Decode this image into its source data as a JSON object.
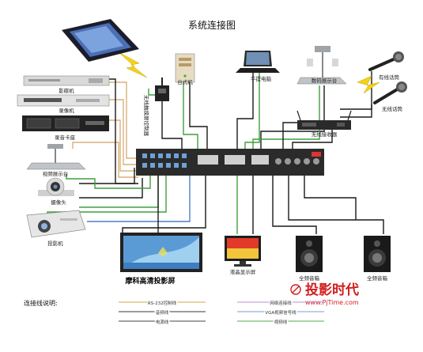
{
  "title": "系统连接图",
  "devices": {
    "touch_panel": "",
    "wireless_receiver_left": "无线触摸屏控制器",
    "pc": "台式机",
    "laptop": "手提电脑",
    "visualizer_top": "数码展示台",
    "wired_mic": "有线话筒",
    "wireless_mic": "无线话筒",
    "wireless_receiver": "无线接收器",
    "dvd": "影碟机",
    "vcr": "录像机",
    "tape_deck": "录音卡座",
    "visualizer_left": "视频展示台",
    "camera": "摄像头",
    "projector": "投影机",
    "screen": "摩科高清投影屏",
    "lcd": "液晶显示屏",
    "speaker_left": "全频音箱",
    "speaker_right": "全频音箱"
  },
  "legend": {
    "heading": "连接线说明:",
    "items": [
      {
        "label": "RS-232控制线",
        "color": "#d9a441"
      },
      {
        "label": "音频线",
        "color": "#3a3a3a"
      },
      {
        "label": "电源线",
        "color": "#444444"
      },
      {
        "label": "网络连接线",
        "color": "#b58fd6"
      },
      {
        "label": "VGA视频信号线",
        "color": "#7a9fd0"
      },
      {
        "label": "视频线",
        "color": "#4fa84f"
      }
    ]
  },
  "watermark": {
    "brand": "投影时代",
    "url": "www.PjTime.com"
  },
  "colors": {
    "line_black": "#1a1a1a",
    "line_green": "#3f9f3f",
    "line_tan": "#d8b27a",
    "line_blue": "#4f7fc8",
    "brand_red": "#d21e1e"
  }
}
